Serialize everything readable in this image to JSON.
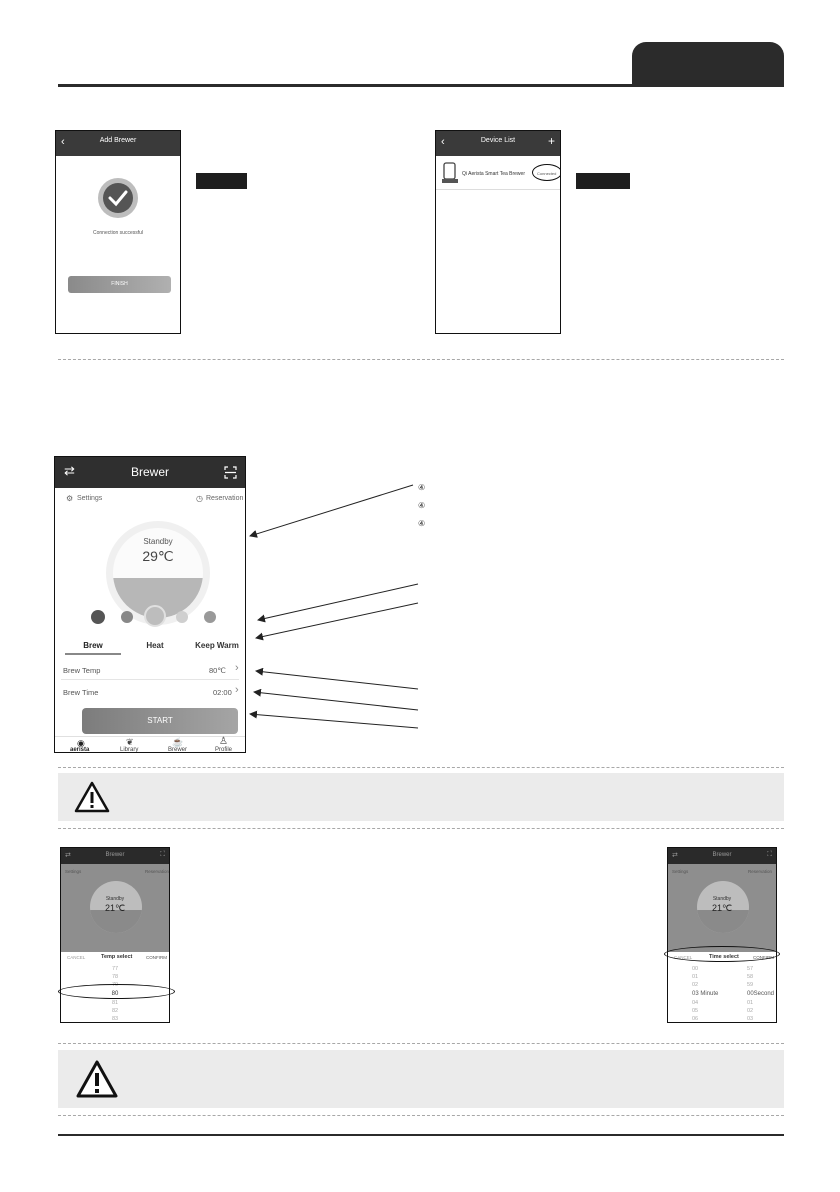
{
  "screen_add_brewer": {
    "title": "Add Brewer",
    "message": "Connection successful",
    "button": "FINISH",
    "icons": {
      "back": "back-chevron-icon",
      "success": "check-circle-icon"
    }
  },
  "screen_device_list": {
    "title": "Device List",
    "device_name": "Qi Aerista Smart Tea Brewer",
    "status": "Connected",
    "icons": {
      "back": "back-chevron-icon",
      "add": "plus-icon",
      "device": "kettle-icon"
    }
  },
  "screen_brewer": {
    "title": "Brewer",
    "settings": "Settings",
    "reservation": "Reservation",
    "state": "Standby",
    "temperature": "29℃",
    "tabs": [
      "Brew",
      "Heat",
      "Keep Warm"
    ],
    "brew_temp_label": "Brew Temp",
    "brew_temp_value": "80℃",
    "brew_time_label": "Brew Time",
    "brew_time_value": "02:00",
    "start": "START",
    "nav": [
      "aerista",
      "Library",
      "Brewer",
      "Profile"
    ]
  },
  "screen_temp_select": {
    "title": "Brewer",
    "settings": "Settings",
    "reservation": "Reservation",
    "state": "Standby",
    "temperature": "21℃",
    "cancel": "CANCEL",
    "header": "Temp select",
    "confirm": "CONFIRM",
    "rows": [
      "77",
      "78",
      "79",
      "80",
      "81",
      "82",
      "83"
    ]
  },
  "screen_time_select": {
    "title": "Brewer",
    "settings": "Settings",
    "reservation": "Reservation",
    "state": "Standby",
    "temperature": "21℃",
    "cancel": "CANCEL",
    "header": "Time select",
    "confirm": "CONFIRM",
    "minutes": [
      "00",
      "01",
      "02",
      "03 Minute",
      "04",
      "05",
      "06"
    ],
    "seconds": [
      "57",
      "58",
      "59",
      "00Second",
      "01",
      "02",
      "03"
    ]
  },
  "colors": {
    "dark": "#2b2b2b",
    "accent_gray": "#9a9a9a",
    "warning_bg": "#ebebeb"
  }
}
